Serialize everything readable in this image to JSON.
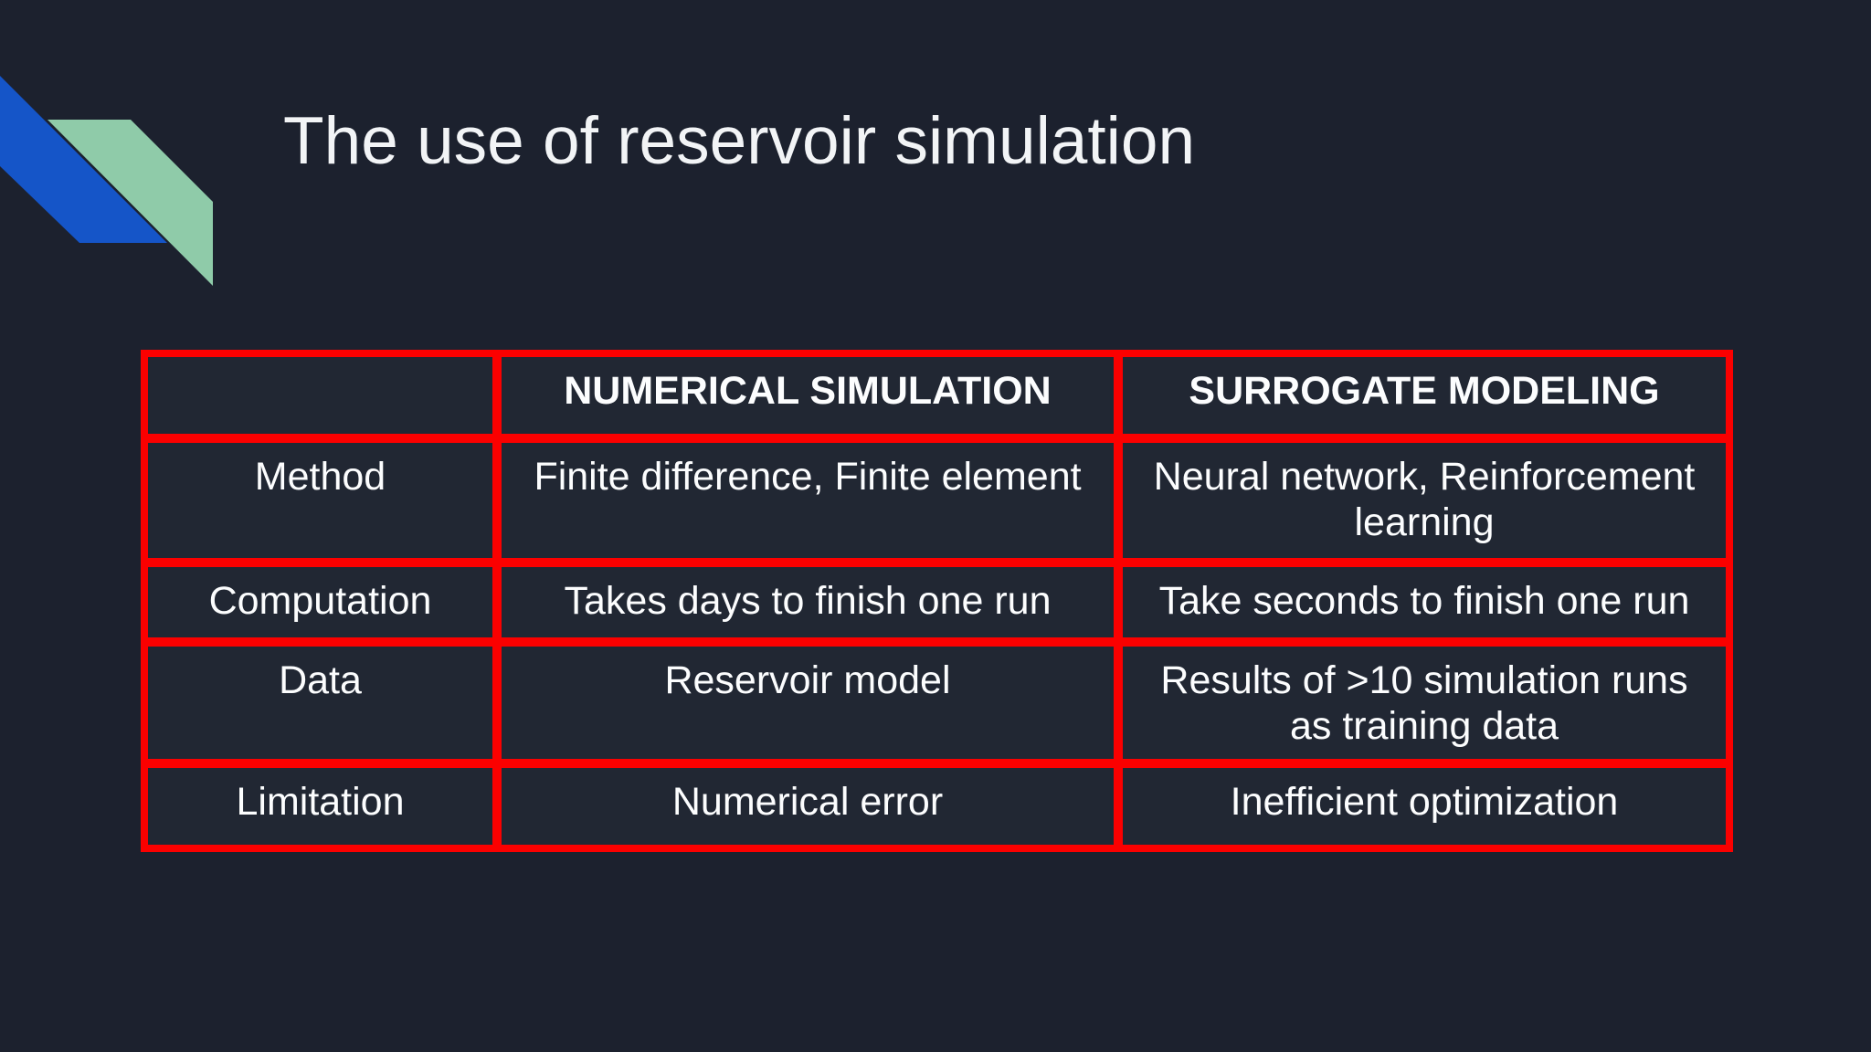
{
  "slide": {
    "title": "The use of reservoir simulation",
    "colors": {
      "background": "#1c212e",
      "cell_background": "#212733",
      "table_border_red": "#fb0000",
      "ribbon_blue": "#1555c8",
      "ribbon_green": "#8fcba9",
      "text": "#fcfdfe"
    }
  },
  "table": {
    "columns": [
      "",
      "NUMERICAL SIMULATION",
      "SURROGATE MODELING"
    ],
    "rows": [
      {
        "label": "Method",
        "numerical_simulation": "Finite difference, Finite element",
        "surrogate_modeling": [
          "Neural network, Reinforcement",
          "learning"
        ]
      },
      {
        "label": "Computation",
        "numerical_simulation": "Takes days to finish one run",
        "surrogate_modeling": "Take seconds to finish one run"
      },
      {
        "label": "Data",
        "numerical_simulation": "Reservoir model",
        "surrogate_modeling": [
          "Results of >10 simulation runs",
          "as training data"
        ]
      },
      {
        "label": "Limitation",
        "numerical_simulation": "Numerical error",
        "surrogate_modeling": "Inefficient optimization"
      }
    ]
  }
}
